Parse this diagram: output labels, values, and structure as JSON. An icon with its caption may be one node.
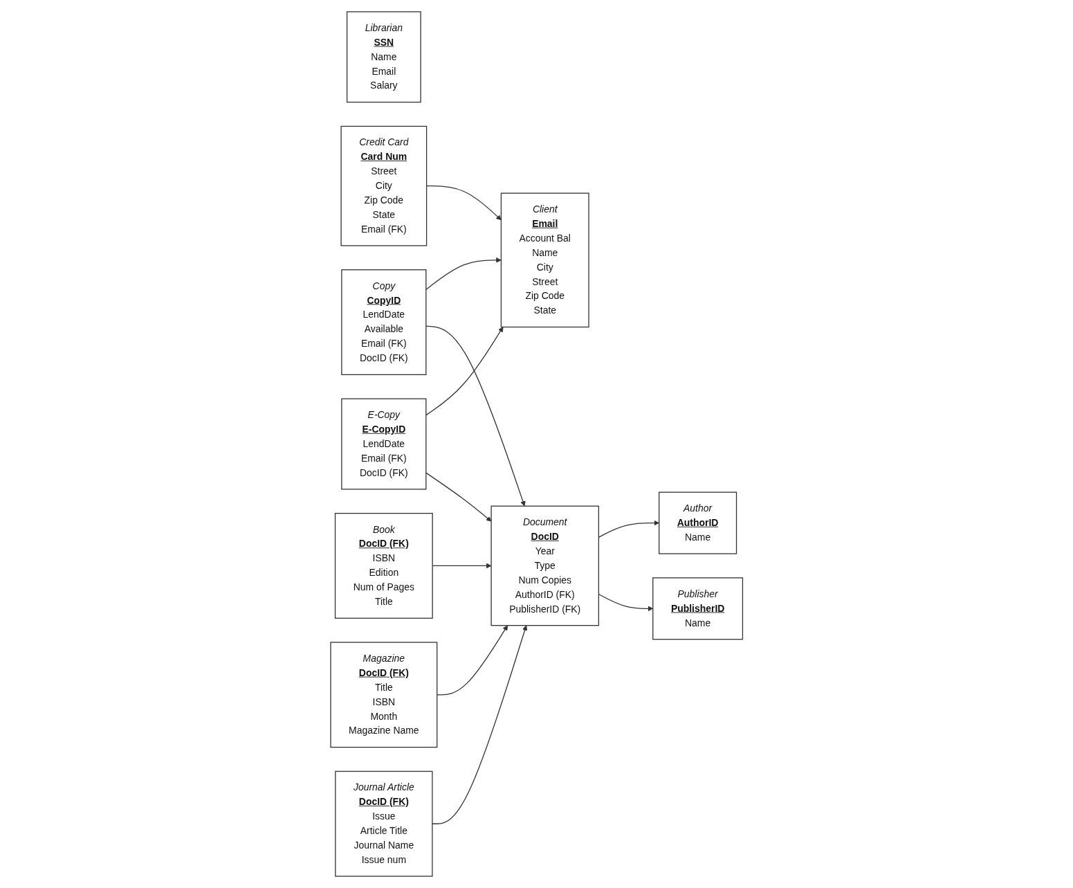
{
  "diagram": {
    "nodes": [
      {
        "text": [
          "Librarian",
          "SSN",
          "Name",
          "Email",
          "Salary"
        ]
      },
      {
        "text": [
          "Client",
          "Email",
          "Account Bal",
          "Name",
          "City",
          "Street",
          "Zip Code",
          "State"
        ]
      },
      {
        "text": [
          "Credit Card",
          "Card Num",
          "Street",
          "City",
          "Zip Code",
          "State",
          "Email (FK)"
        ]
      },
      {
        "text": [
          "Copy",
          "CopyID",
          "LendDate",
          "Available",
          "Email (FK)",
          "DocID (FK)"
        ]
      },
      {
        "text": [
          "E-Copy",
          "E-CopyID",
          "LendDate",
          "Email (FK)",
          "DocID (FK)"
        ]
      },
      {
        "text": [
          "Author",
          "AuthorID",
          "Name"
        ]
      },
      {
        "text": [
          "Document",
          "DocID",
          "Year",
          "Type",
          "Num Copies",
          "AuthorID (FK)",
          "PublisherID (FK)"
        ]
      },
      {
        "text": [
          "Publisher",
          "PublisherID",
          "Name"
        ]
      },
      {
        "text": [
          "Book",
          "DocID (FK)",
          "ISBN",
          "Edition",
          "Num of Pages",
          "Title"
        ]
      },
      {
        "text": [
          "Magazine",
          "DocID (FK)",
          "Title",
          "ISBN",
          "Month",
          "Magazine Name"
        ]
      },
      {
        "text": [
          "Journal Article",
          "DocID (FK)",
          "Issue",
          "Article Title",
          "Journal Name",
          "Issue num"
        ]
      }
    ],
    "edges": [
      {
        "from": 3,
        "to": 1,
        "arrow": "to"
      },
      {
        "from": 2,
        "to": 1,
        "arrow": "to"
      },
      {
        "from": 4,
        "to": 1,
        "arrow": "to"
      },
      {
        "from": 3,
        "to": 6,
        "arrow": "to"
      },
      {
        "from": 4,
        "to": 6,
        "arrow": "to"
      },
      {
        "from": 8,
        "to": 6,
        "arrow": "to"
      },
      {
        "from": 9,
        "to": 6,
        "arrow": "to"
      },
      {
        "from": 10,
        "to": 6,
        "arrow": "to"
      },
      {
        "from": 6,
        "to": 5,
        "arrow": "to"
      },
      {
        "from": 6,
        "to": 7,
        "arrow": "to"
      }
    ]
  }
}
